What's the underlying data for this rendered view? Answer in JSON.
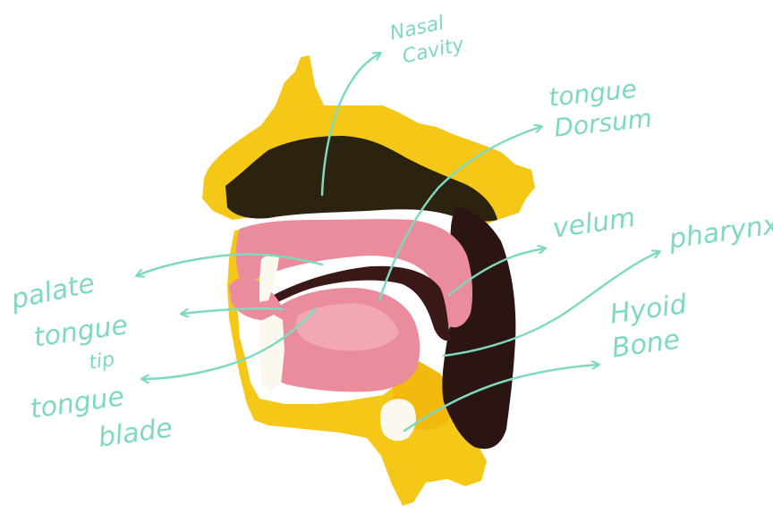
{
  "diagram": {
    "labels": {
      "nasal_cavity_l1": "Nasal",
      "nasal_cavity_l2": "Cavity",
      "tongue_dorsum_l1": "tongue",
      "tongue_dorsum_l2": "Dorsum",
      "velum": "velum",
      "pharynx": "pharynx",
      "hyoid_bone_l1": "Hyoid",
      "hyoid_bone_l2": "Bone",
      "palate": "palate",
      "tongue_tip_l1": "tongue",
      "tongue_tip_l2": "tip",
      "tongue_blade_l1": "tongue",
      "tongue_blade_l2": "blade"
    }
  },
  "colors": {
    "label": "#7fd9bf",
    "bone_yellow": "#f5c817",
    "cavity_dark": "#2b2310",
    "pharynx_dark": "#2a1512",
    "tongue_pink": "#ea8c9c",
    "tongue_light": "#f2a8b4",
    "tooth_white": "#fbf8ef"
  }
}
